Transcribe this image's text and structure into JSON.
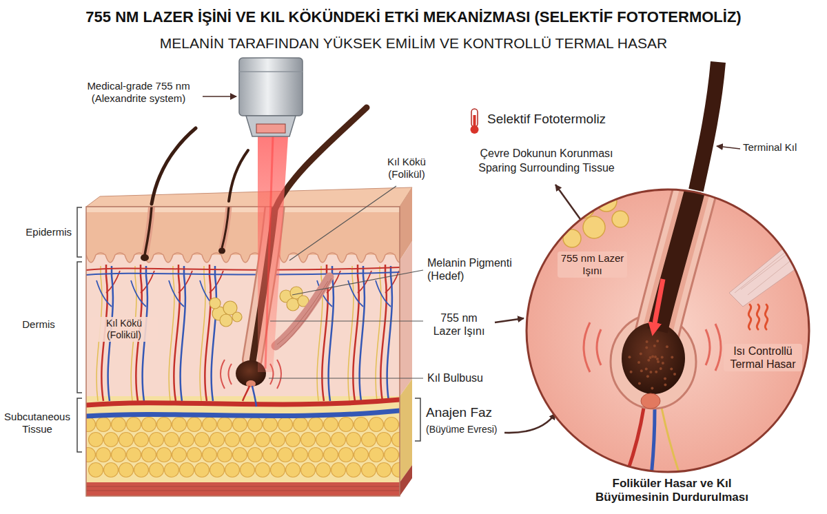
{
  "diagram": {
    "title": "755 NM LAZER İŞİNİ VE KIL KÖKÜNDEKİ ETKİ MEKANİZMASI (SELEKTİF FOTOTERMOLİZ)",
    "nodes": [
      {
        "text": [
          "Kıl Kökü (Folikül)"
        ]
      },
      {
        "text": [
          "755 nm Lazer Işını",
          "Isı Controllü Termal Hasar"
        ]
      }
    ],
    "labels": [
      "MELANİN TARAFINDAN YÜKSEK EMİLİM VE KONTROLLÜ TERMAL HASAR",
      "Medical-grade 755 nm (Alexandrite system)",
      "Kıl Kökü (Folikül)",
      "Epidermis",
      "Dermis",
      "Subcutaneous Tissue",
      "Melanin Pigmenti (Hedef)",
      "755 nm Lazer Işını",
      "Kıl Bulbusu",
      "Anajen Faz",
      "(Büyüme Evresi)",
      "Selektif Fototermoliz",
      "Çevre Dokunun Korunması",
      "Sparing Surrounding Tissue",
      "Terminal Kıl",
      "Foliküler Hasar ve Kıl Büyümesinin Durdurulması"
    ]
  }
}
